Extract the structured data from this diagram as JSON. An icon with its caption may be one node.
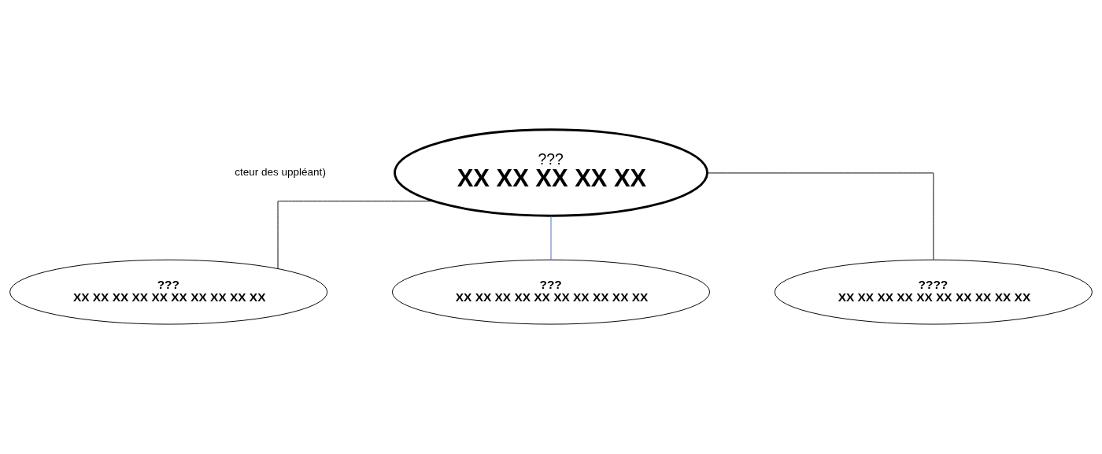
{
  "diagram": {
    "nodes": [
      {
        "text": [
          "???",
          "XX XX XX XX XX"
        ]
      },
      {
        "text": [
          "???",
          "XX XX XX XX XX XX XX XX XX XX"
        ]
      },
      {
        "text": [
          "???",
          "XX XX XX XX XX XX XX XX XX XX"
        ]
      },
      {
        "text": [
          "????",
          "XX XX XX XX XX XX XX XX XX XX"
        ]
      }
    ],
    "edges": [
      {
        "from": 0,
        "to": 1,
        "arrow": "none"
      },
      {
        "from": 0,
        "to": 2,
        "arrow": "none",
        "color": "#4472c4"
      },
      {
        "from": 0,
        "to": 3,
        "arrow": "none"
      }
    ],
    "labels": [
      "cteur des uppléant)"
    ]
  }
}
